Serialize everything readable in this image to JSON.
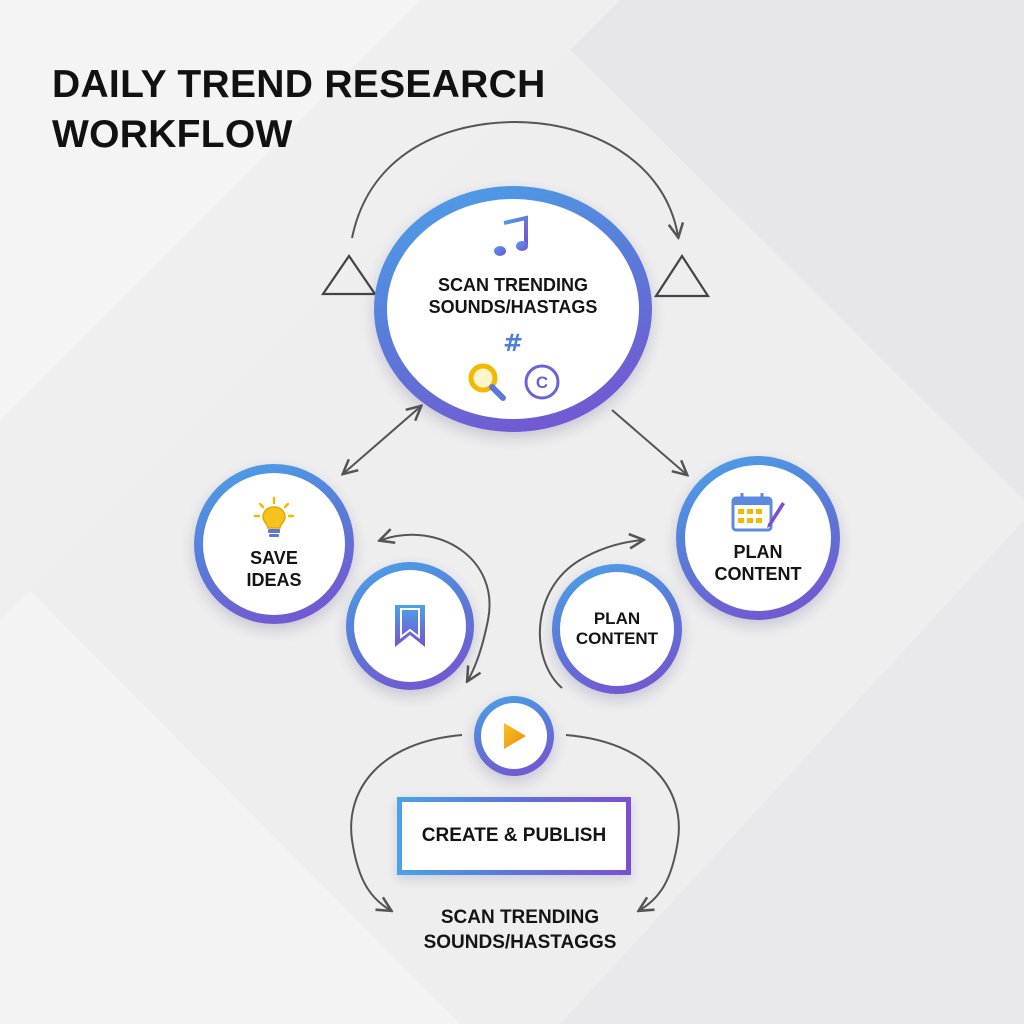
{
  "title": {
    "line1": "DAILY TREND RESEARCH",
    "line2": "WORKFLOW"
  },
  "nodes": {
    "scan": {
      "line1": "SCAN TRENDING",
      "line2": "SOUNDS/HASTAGS",
      "icons": [
        "music-note-icon",
        "hashtag-icon",
        "magnifier-icon",
        "copyright-icon"
      ]
    },
    "save_ideas": {
      "line1": "SAVE",
      "line2": "IDEAS",
      "icon": "lightbulb-icon"
    },
    "plan_right": {
      "line1": "PLAN",
      "line2": "CONTENT",
      "icon": "calendar-icon"
    },
    "bookmark": {
      "icon": "bookmark-icon"
    },
    "plan_middle": {
      "line1": "PLAN",
      "line2": "CONTENT"
    },
    "play": {
      "icon": "play-icon"
    },
    "create_publish": {
      "label": "CREATE & PUBLISH"
    },
    "bottom": {
      "line1": "SCAN TRENDING",
      "line2": "SOUNDS/HASTAGGS"
    }
  },
  "colors": {
    "ring_start": "#4aa3e8",
    "ring_end": "#7a4fd0",
    "arrow": "#555555",
    "accent_yellow": "#f5b800",
    "accent_orange": "#f08a1c"
  }
}
